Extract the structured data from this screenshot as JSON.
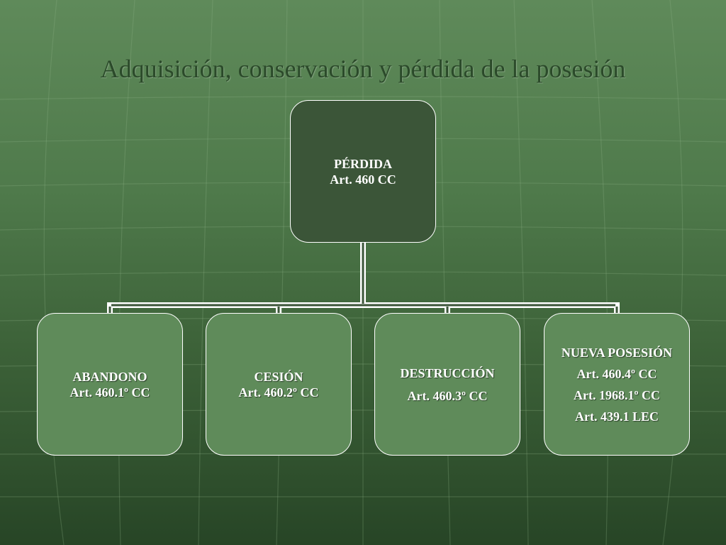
{
  "slide": {
    "title": "Adquisición, conservación y pérdida de la posesión"
  },
  "diagram": {
    "root": {
      "lines": [
        "PÉRDIDA",
        "Art. 460 CC"
      ]
    },
    "children": [
      {
        "lines": [
          "ABANDONO",
          "Art. 460.1º CC"
        ]
      },
      {
        "lines": [
          "CESIÓN",
          "Art. 460.2º CC"
        ]
      },
      {
        "lines": [
          "DESTRUCCIÓN",
          "Art. 460.3º CC"
        ]
      },
      {
        "lines": [
          "NUEVA POSESIÓN",
          "Art. 460.4º CC",
          "Art. 1968.1º CC",
          "Art. 439.1 LEC"
        ]
      }
    ]
  },
  "colors": {
    "root_fill": "#3b5538",
    "child_fill": "#5f8b5a",
    "connector": "#ffffff",
    "title": "#2b4a2a"
  }
}
